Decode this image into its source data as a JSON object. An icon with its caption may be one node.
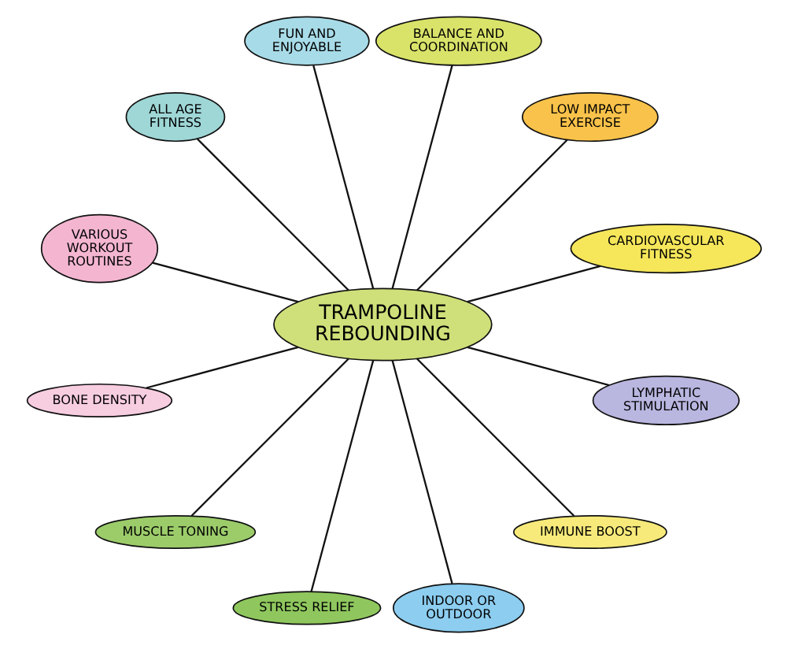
{
  "diagram": {
    "nodes": [
      {
        "text": [
          "TRAMPOLINE REBOUNDING"
        ]
      },
      {
        "text": [
          "CARDIOVASCULAR FITNESS"
        ]
      },
      {
        "text": [
          "LOW IMPACT EXERCISE"
        ]
      },
      {
        "text": [
          "BALANCE AND COORDINATION"
        ]
      },
      {
        "text": [
          "FUN AND ENJOYABLE"
        ]
      },
      {
        "text": [
          "ALL AGE FITNESS"
        ]
      },
      {
        "text": [
          "VARIOUS WORKOUT ROUTINES"
        ]
      },
      {
        "text": [
          "BONE DENSITY"
        ]
      },
      {
        "text": [
          "MUSCLE TONING"
        ]
      },
      {
        "text": [
          "STRESS RELIEF"
        ]
      },
      {
        "text": [
          "INDOOR OR OUTDOOR"
        ]
      },
      {
        "text": [
          "IMMUNE BOOST"
        ]
      },
      {
        "text": [
          "LYMPHATIC STIMULATION"
        ]
      }
    ],
    "edges": [
      {
        "from": 0,
        "to": 1,
        "arrow": "none"
      },
      {
        "from": 0,
        "to": 2,
        "arrow": "none"
      },
      {
        "from": 0,
        "to": 3,
        "arrow": "none"
      },
      {
        "from": 0,
        "to": 4,
        "arrow": "none"
      },
      {
        "from": 0,
        "to": 5,
        "arrow": "none"
      },
      {
        "from": 0,
        "to": 6,
        "arrow": "none"
      },
      {
        "from": 0,
        "to": 7,
        "arrow": "none"
      },
      {
        "from": 0,
        "to": 8,
        "arrow": "none"
      },
      {
        "from": 0,
        "to": 9,
        "arrow": "none"
      },
      {
        "from": 0,
        "to": 10,
        "arrow": "none"
      },
      {
        "from": 0,
        "to": 11,
        "arrow": "none"
      },
      {
        "from": 0,
        "to": 12,
        "arrow": "none"
      }
    ]
  }
}
